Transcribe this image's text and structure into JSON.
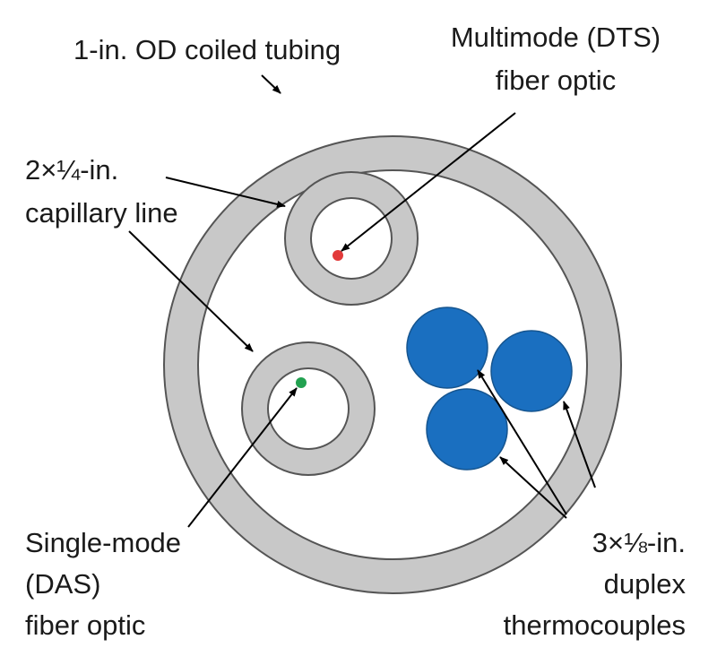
{
  "labels": {
    "coiled_tubing": "1-in. OD coiled tubing",
    "multimode_line1": "Multimode (DTS)",
    "multimode_line2": "fiber optic",
    "capillary_line1": "2×¼-in.",
    "capillary_line2": "capillary line",
    "singlemode_line1": "Single-mode",
    "singlemode_line2": "(DAS)",
    "singlemode_line3": "fiber optic",
    "thermocouple_line1": "3×⅛-in.",
    "thermocouple_line2": "duplex",
    "thermocouple_line3": "thermocouples"
  },
  "colors": {
    "tubing_wall": "#c8c8c8",
    "outline": "#555555",
    "thermocouple_fill": "#1a6fc0",
    "multimode_fiber": "#e23a3a",
    "singlemode_fiber": "#22a150",
    "pointer": "#000000"
  }
}
